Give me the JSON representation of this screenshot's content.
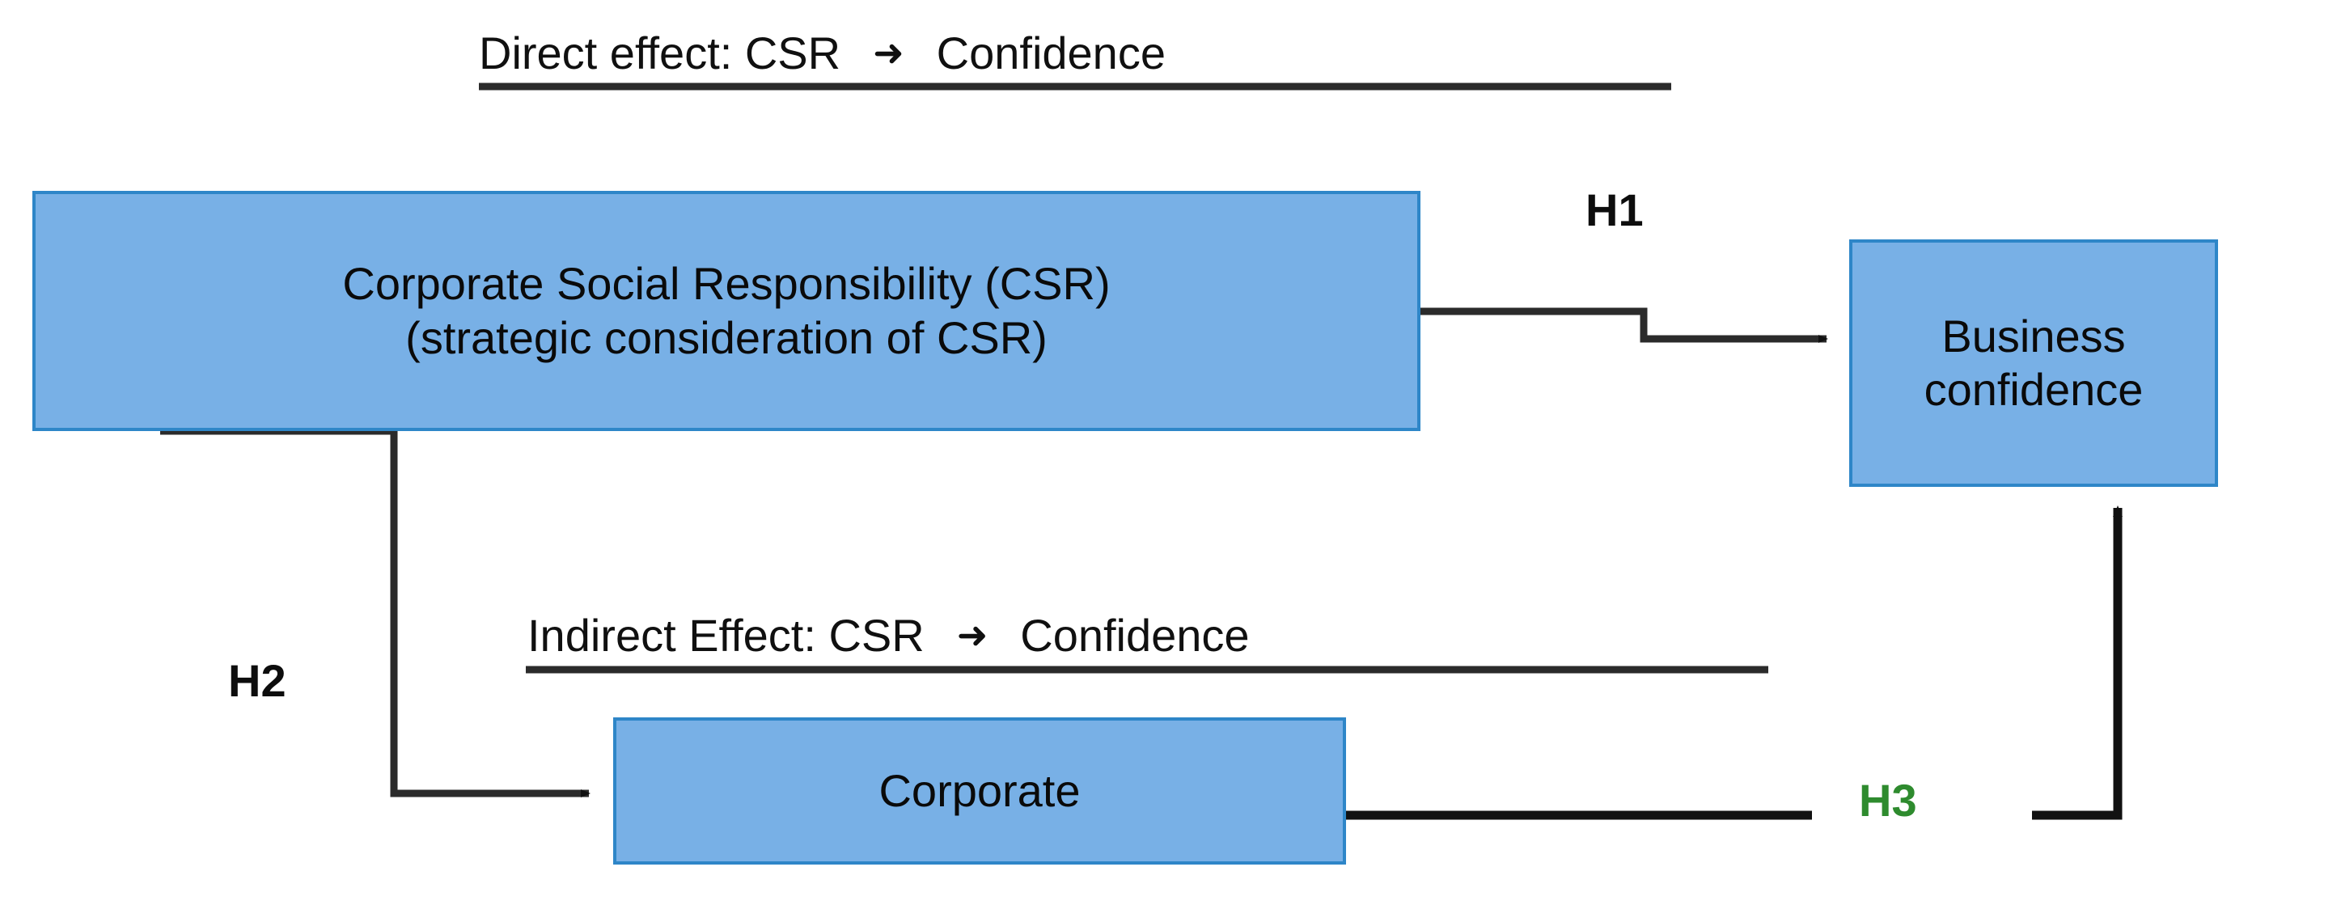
{
  "diagram": {
    "title_direct": {
      "prefix": "Direct effect: CSR",
      "arrow": "➜",
      "suffix": "Confidence"
    },
    "title_indirect": {
      "prefix": "Indirect Effect: CSR",
      "arrow": "➜",
      "suffix": "Confidence"
    },
    "nodes": {
      "csr": {
        "line1": "Corporate Social Responsibility (CSR)",
        "line2": "(strategic consideration of CSR)"
      },
      "business_confidence": {
        "line1": "Business",
        "line2": "confidence"
      },
      "corporate": {
        "line1": "Corporate"
      }
    },
    "hypotheses": {
      "h1": "H1",
      "h2": "H2",
      "h3": "H3"
    },
    "colors": {
      "box_fill": "#78B0E6",
      "box_border": "#2E86C8",
      "connector": "#1a1a1a",
      "h3_text": "#2E8B2E",
      "text": "#101010",
      "background": "#ffffff"
    }
  }
}
